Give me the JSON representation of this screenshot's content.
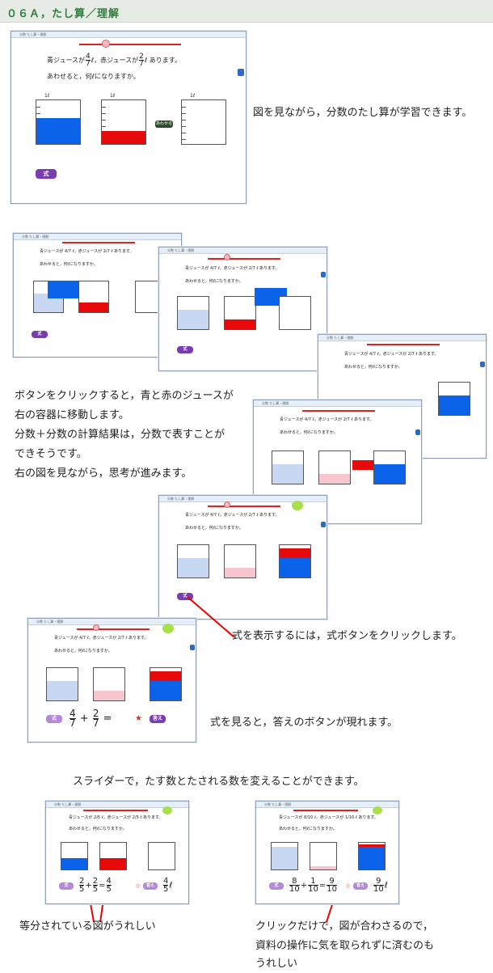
{
  "header": {
    "title": "０６Ａ，たし算／理解"
  },
  "shot1": {
    "window_title": "分数 たし算・理解",
    "q_line1_a": "青ジュースが",
    "q_line1_b": "ℓ，赤ジュースが",
    "q_line1_c": "ℓ あります。",
    "q_line2": "あわせると，何ℓになりますか。",
    "f1_num": "4",
    "f1_den": "7",
    "f2_num": "2",
    "f2_den": "7",
    "liter": "1ℓ",
    "move_button": "あわせる",
    "formula_button": "式"
  },
  "captions": {
    "c1": "図を見ながら，分数のたし算が学習できます。",
    "c2_l1": "ボタンをクリックすると，青と赤のジュースが",
    "c2_l2": "右の容器に移動します。",
    "c2_l3": "分数＋分数の計算結果は，分数で表すことが",
    "c2_l4": "できそうです。",
    "c2_l5": "右の図を見ながら，思考が進みます。",
    "c3": "式を表示するには，式ボタンをクリックします。",
    "c4": "式を見ると，答えのボタンが現れます。",
    "c5": "スライダーで，たす数とたされる数を変えることができます。",
    "c6": "等分されている図がうれしい",
    "c7_l1": "クリックだけで，図が合わさるので，",
    "c7_l2": "資料の操作に気を取られずに済むのも",
    "c7_l3": "うれしい"
  },
  "eq_main": {
    "a_num": "4",
    "a_den": "7",
    "b_num": "2",
    "b_den": "7",
    "plus": "+",
    "equals": "=",
    "answer_button": "答え"
  },
  "eq_slider1": {
    "a_num": "2",
    "a_den": "5",
    "b_num": "2",
    "b_den": "5",
    "r_num": "4",
    "r_den": "5",
    "unit": "ℓ"
  },
  "eq_slider2": {
    "a_num": "8",
    "a_den": "10",
    "b_num": "1",
    "b_den": "10",
    "r_num": "9",
    "r_den": "10",
    "unit": "ℓ"
  },
  "colors": {
    "blue": "#0a63e8",
    "red": "#e80a0a",
    "light_blue": "#c8d8f2",
    "pink": "#f8c6cf",
    "purple": "#7a3db0",
    "green": "#2f7d3a"
  }
}
